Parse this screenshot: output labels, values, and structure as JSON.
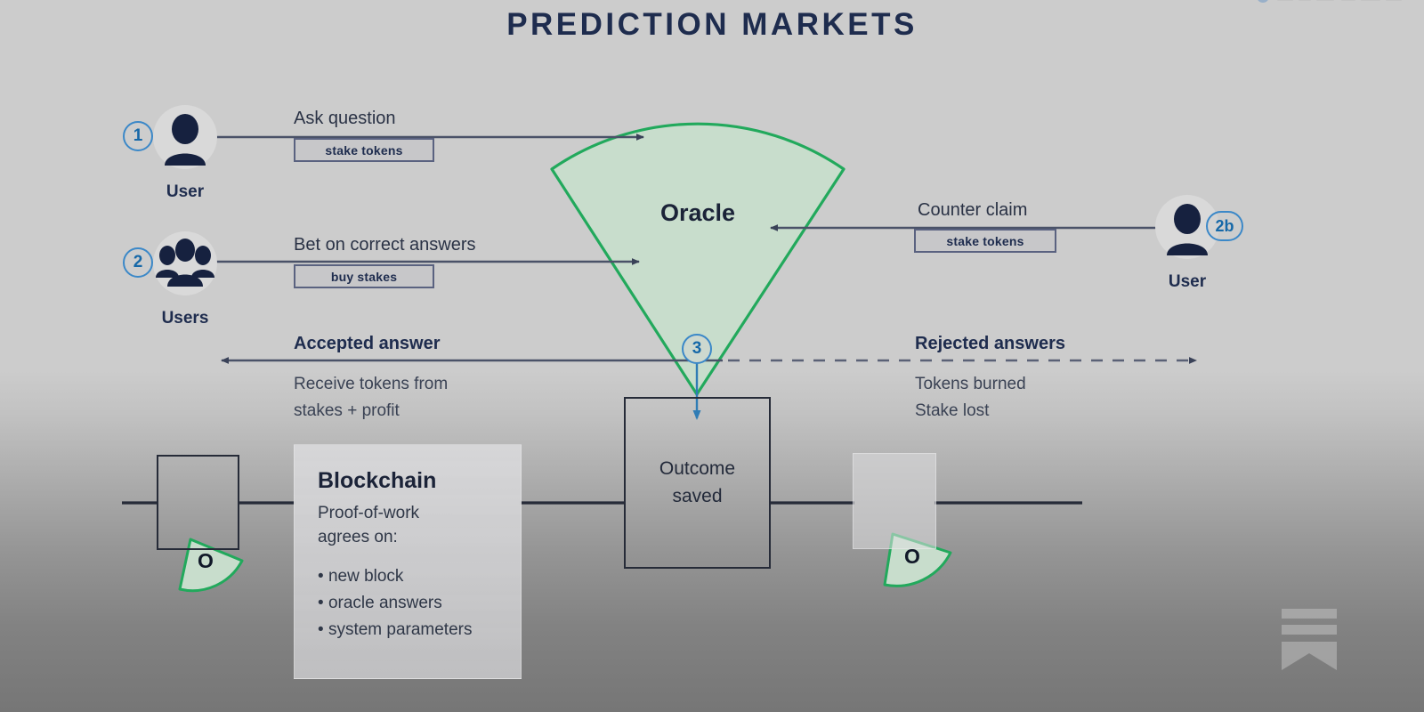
{
  "title": "PREDICTION MARKETS",
  "actors": {
    "user1": {
      "badge": "1",
      "label": "User",
      "icon": "single-user-icon"
    },
    "users2": {
      "badge": "2",
      "label": "Users",
      "icon": "group-users-icon"
    },
    "user2b": {
      "badge": "2b",
      "label": "User",
      "icon": "single-user-icon"
    }
  },
  "flows": {
    "ask": {
      "label": "Ask question",
      "chip": "stake tokens"
    },
    "bet": {
      "label": "Bet on correct answers",
      "chip": "buy stakes"
    },
    "counter": {
      "label": "Counter claim",
      "chip": "stake tokens"
    },
    "accepted": {
      "label": "Accepted answer",
      "detail_line1": "Receive tokens from",
      "detail_line2": "stakes + profit"
    },
    "rejected": {
      "label": "Rejected answers",
      "detail_line1": "Tokens burned",
      "detail_line2": "Stake lost"
    }
  },
  "oracle": {
    "label": "Oracle",
    "badge": "3",
    "fill": "#c8ddcc",
    "stroke": "#22a95c"
  },
  "outcome": {
    "line1": "Outcome",
    "line2": "saved"
  },
  "blockchain": {
    "title": "Blockchain",
    "subtitle_line1": "Proof-of-work",
    "subtitle_line2": "agrees on:",
    "items": [
      "new block",
      "oracle answers",
      "system parameters"
    ]
  },
  "oracle_marks": {
    "glyph": "O"
  },
  "colors": {
    "ink": "#1e2c4e",
    "badge_blue": "#3b88c8",
    "green": "#22a95c",
    "green_fill": "#c8ddcc",
    "line": "#4a5268"
  }
}
